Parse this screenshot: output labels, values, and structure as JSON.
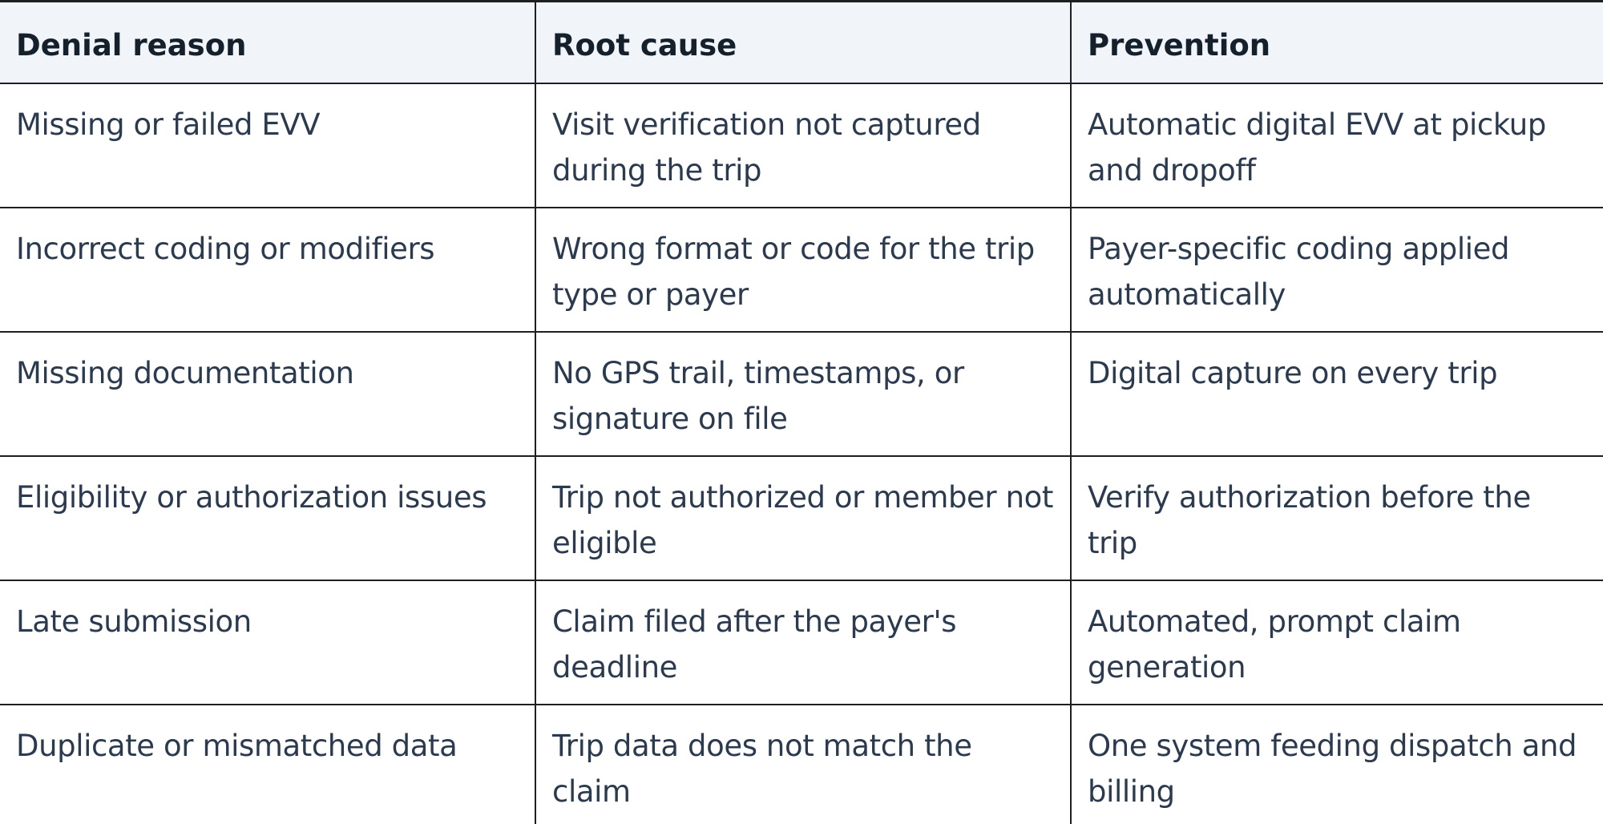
{
  "table": {
    "headers": [
      "Denial reason",
      "Root cause",
      "Prevention"
    ],
    "rows": [
      [
        "Missing or failed EVV",
        "Visit verification not captured during the trip",
        "Automatic digital EVV at pickup and dropoff"
      ],
      [
        "Incorrect coding or modifiers",
        "Wrong format or code for the trip type or payer",
        "Payer-specific coding applied automatically"
      ],
      [
        "Missing documentation",
        "No GPS trail, timestamps, or signature on file",
        "Digital capture on every trip"
      ],
      [
        "Eligibility or authorization issues",
        "Trip not authorized or member not eligible",
        "Verify authorization before the trip"
      ],
      [
        "Late submission",
        "Claim filed after the payer's deadline",
        "Automated, prompt claim generation"
      ],
      [
        "Duplicate or mismatched data",
        "Trip data does not match the claim",
        "One system feeding dispatch and billing"
      ]
    ]
  }
}
